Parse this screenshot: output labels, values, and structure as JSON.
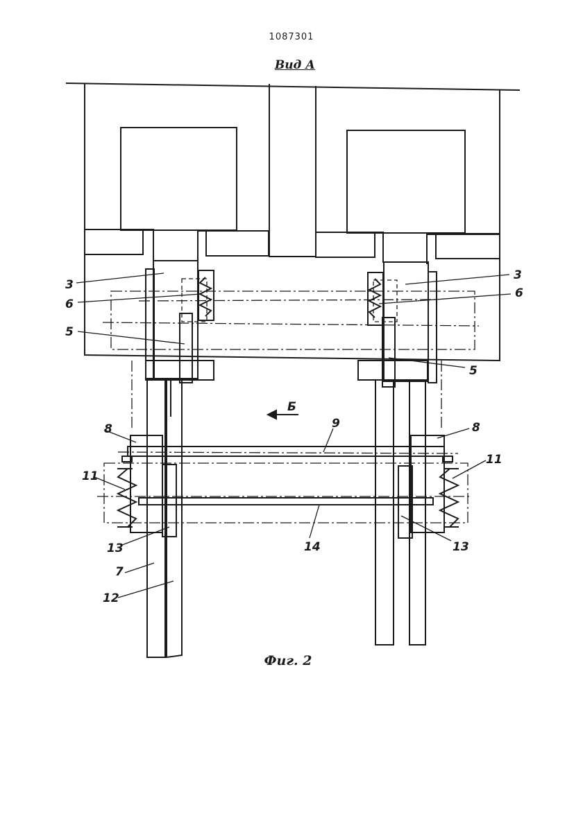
{
  "header": {
    "doc_number": "1087301",
    "view_label": "Вид А"
  },
  "caption": "Фиг. 2",
  "direction_label": "Б",
  "callouts": {
    "l3": "3",
    "r3": "3",
    "l6": "6",
    "r6": "6",
    "l5": "5",
    "r5": "5",
    "l8": "8",
    "r8": "8",
    "c9": "9",
    "l11": "11",
    "r11": "11",
    "l13": "13",
    "r13": "13",
    "c14": "14",
    "l7": "7",
    "l12": "12"
  },
  "colors": {
    "line": "#1a1a1a",
    "paper": "#ffffff"
  }
}
